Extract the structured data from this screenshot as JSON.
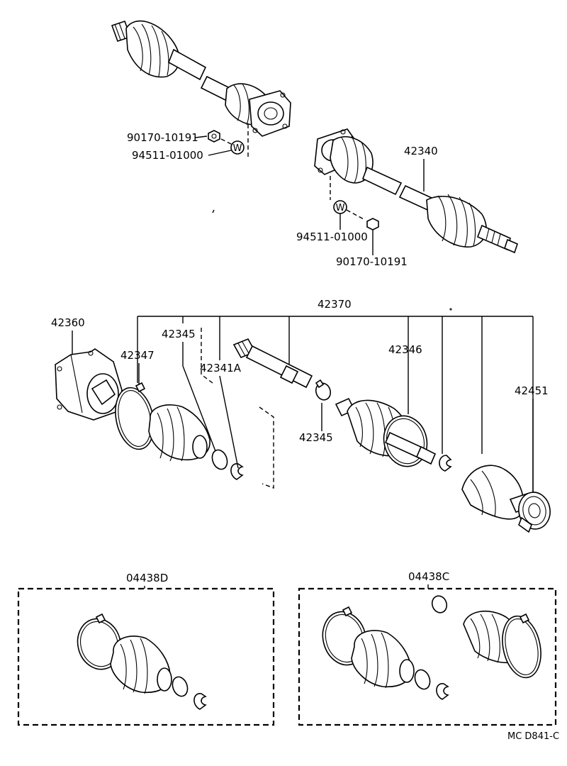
{
  "parts": {
    "nut_top": "90170-10191",
    "washer_top": "94511-01000",
    "shaft_assy": "42340",
    "washer_right": "94511-01000",
    "nut_right": "90170-10191",
    "joint_set": "42370",
    "housing": "42360",
    "clamp_left": "42347",
    "snap_ring_left": "42345",
    "shaft": "42341A",
    "boot_inner": "42346",
    "snap_ring_mid": "42345",
    "dust_boot": "42451",
    "kit_d": "04438D",
    "kit_c": "04438C"
  },
  "symbols": {
    "washer_mark": "W"
  },
  "reference_code": "MC D841-C"
}
